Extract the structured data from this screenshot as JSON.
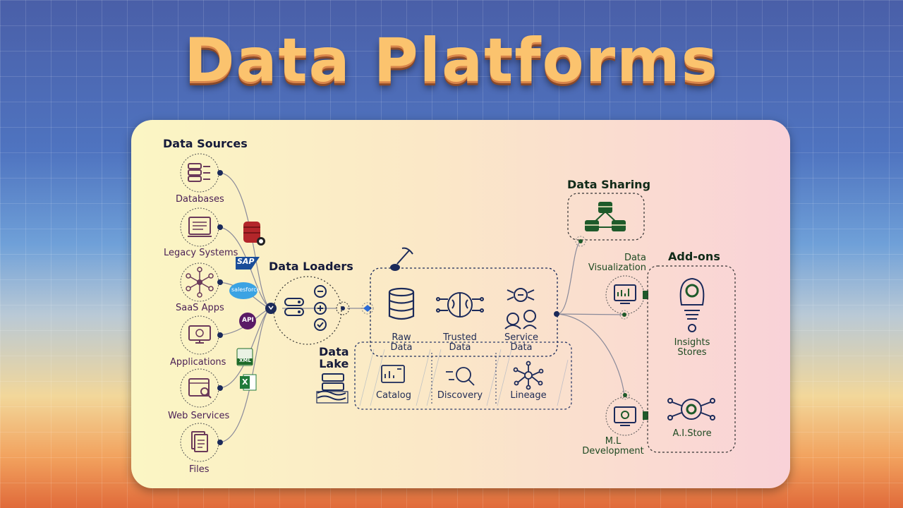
{
  "title": "Data Platforms",
  "headings": {
    "data_sources": "Data Sources",
    "data_loaders": "Data Loaders",
    "data_lake": "Data\nLake",
    "data_sharing": "Data Sharing",
    "add_ons": "Add-ons"
  },
  "sources": [
    "Databases",
    "Legacy Systems",
    "SaaS Apps",
    "Applications",
    "Web Services",
    "Files"
  ],
  "source_logos": [
    "SAP",
    "salesforce",
    "API",
    "XML",
    "X"
  ],
  "lake_items": [
    "Raw\nData",
    "Trusted\nData",
    "Service\nData"
  ],
  "lake_tools": [
    "Catalog",
    "Discovery",
    "Lineage"
  ],
  "outputs": {
    "visualization": "Data\nVisualization",
    "ml": "M.L\nDevelopment"
  },
  "addons": [
    "Insights\nStores",
    "A.I.Store"
  ],
  "colors": {
    "accent_green": "#1e5a2a",
    "navy": "#1b2a5a",
    "purple": "#4a1f55"
  }
}
